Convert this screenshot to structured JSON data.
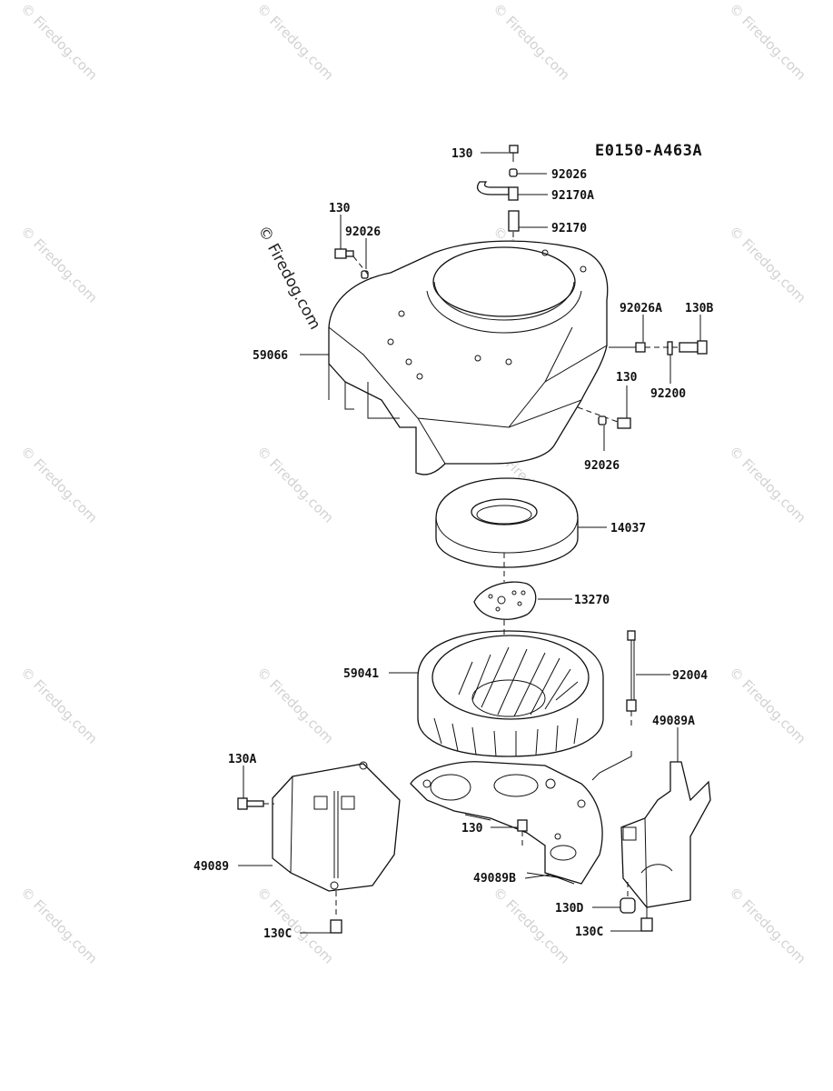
{
  "diagram": {
    "code": "E0150-A463A",
    "watermark_main": "© Firedog.com",
    "watermark_tile": "© Firedog.com",
    "parts": {
      "p130_top": "130",
      "p92026_top": "92026",
      "p92170A": "92170A",
      "p92170": "92170",
      "p130_left": "130",
      "p92026_left": "92026",
      "p59066": "59066",
      "p92026A": "92026A",
      "p130B": "130B",
      "p92200": "92200",
      "p130_right": "130",
      "p92026_right": "92026",
      "p14037": "14037",
      "p13270": "13270",
      "p59041": "59041",
      "p92004": "92004",
      "p49089A": "49089A",
      "p130A": "130A",
      "p49089": "49089",
      "p130C_left": "130C",
      "p130_mid": "130",
      "p49089B": "49089B",
      "p130D": "130D",
      "p130C_right": "130C"
    }
  }
}
